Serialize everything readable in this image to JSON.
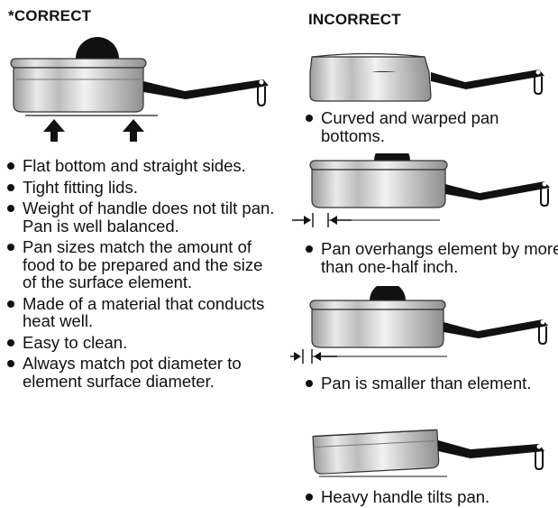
{
  "correct": {
    "heading": "*CORRECT",
    "bullets": [
      "Flat bottom and straight sides.",
      "Tight fitting lids.",
      "Weight of handle does not tilt pan. Pan is well balanced.",
      "Pan sizes match the amount of food to be prepared and the size of the surface element.",
      "Made of a material that conducts heat well.",
      "Easy to clean.",
      "Always match pot diameter to element surface diameter."
    ]
  },
  "incorrect": {
    "heading": "INCORRECT",
    "captions": [
      "Curved and warped pan bottoms.",
      "Pan overhangs element by more than one-half inch.",
      "Pan is smaller than element.",
      "Heavy handle tilts pan."
    ]
  },
  "icons": [
    "frying-pan-with-lid-icon",
    "up-arrow-icon",
    "dimension-arrow-icon"
  ]
}
